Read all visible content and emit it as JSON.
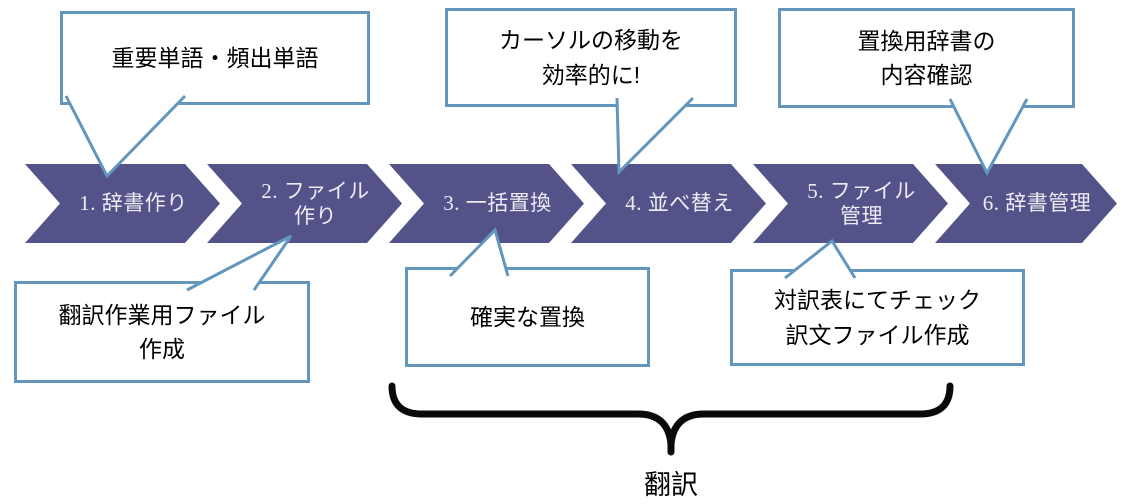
{
  "title": "translation workflow diagram",
  "colors": {
    "chevron_fill": "#53538A",
    "chevron_text": "#EDEBF3",
    "callout_border": "#6296BD",
    "callout_text": "#000000",
    "brace": "#0A0A0A",
    "background": "#FFFFFF"
  },
  "steps": [
    {
      "label": "1. 辞書作り"
    },
    {
      "label": "2. ファイル\n作り"
    },
    {
      "label": "3. 一括置換"
    },
    {
      "label": "4. 並べ替え"
    },
    {
      "label": "5. ファイル\n管理"
    },
    {
      "label": "6. 辞書管理"
    }
  ],
  "callouts": {
    "top_left": {
      "text": "重要単語・頻出単語",
      "points_to": "1. 辞書作り"
    },
    "top_middle": {
      "text": "カーソルの移動を\n効率的に!",
      "points_to": "4. 並べ替え"
    },
    "top_right": {
      "text": "置換用辞書の\n内容確認",
      "points_to": "6. 辞書管理"
    },
    "bottom_left": {
      "text": "翻訳作業用ファイル\n作成",
      "points_to": "2. ファイル作り"
    },
    "bottom_middle": {
      "text": "確実な置換",
      "points_to": "3. 一括置換"
    },
    "bottom_right": {
      "text": "対訳表にてチェック\n訳文ファイル作成",
      "points_to": "5. ファイル管理"
    }
  },
  "brace": {
    "label": "翻訳",
    "spans_steps": "3-5"
  }
}
